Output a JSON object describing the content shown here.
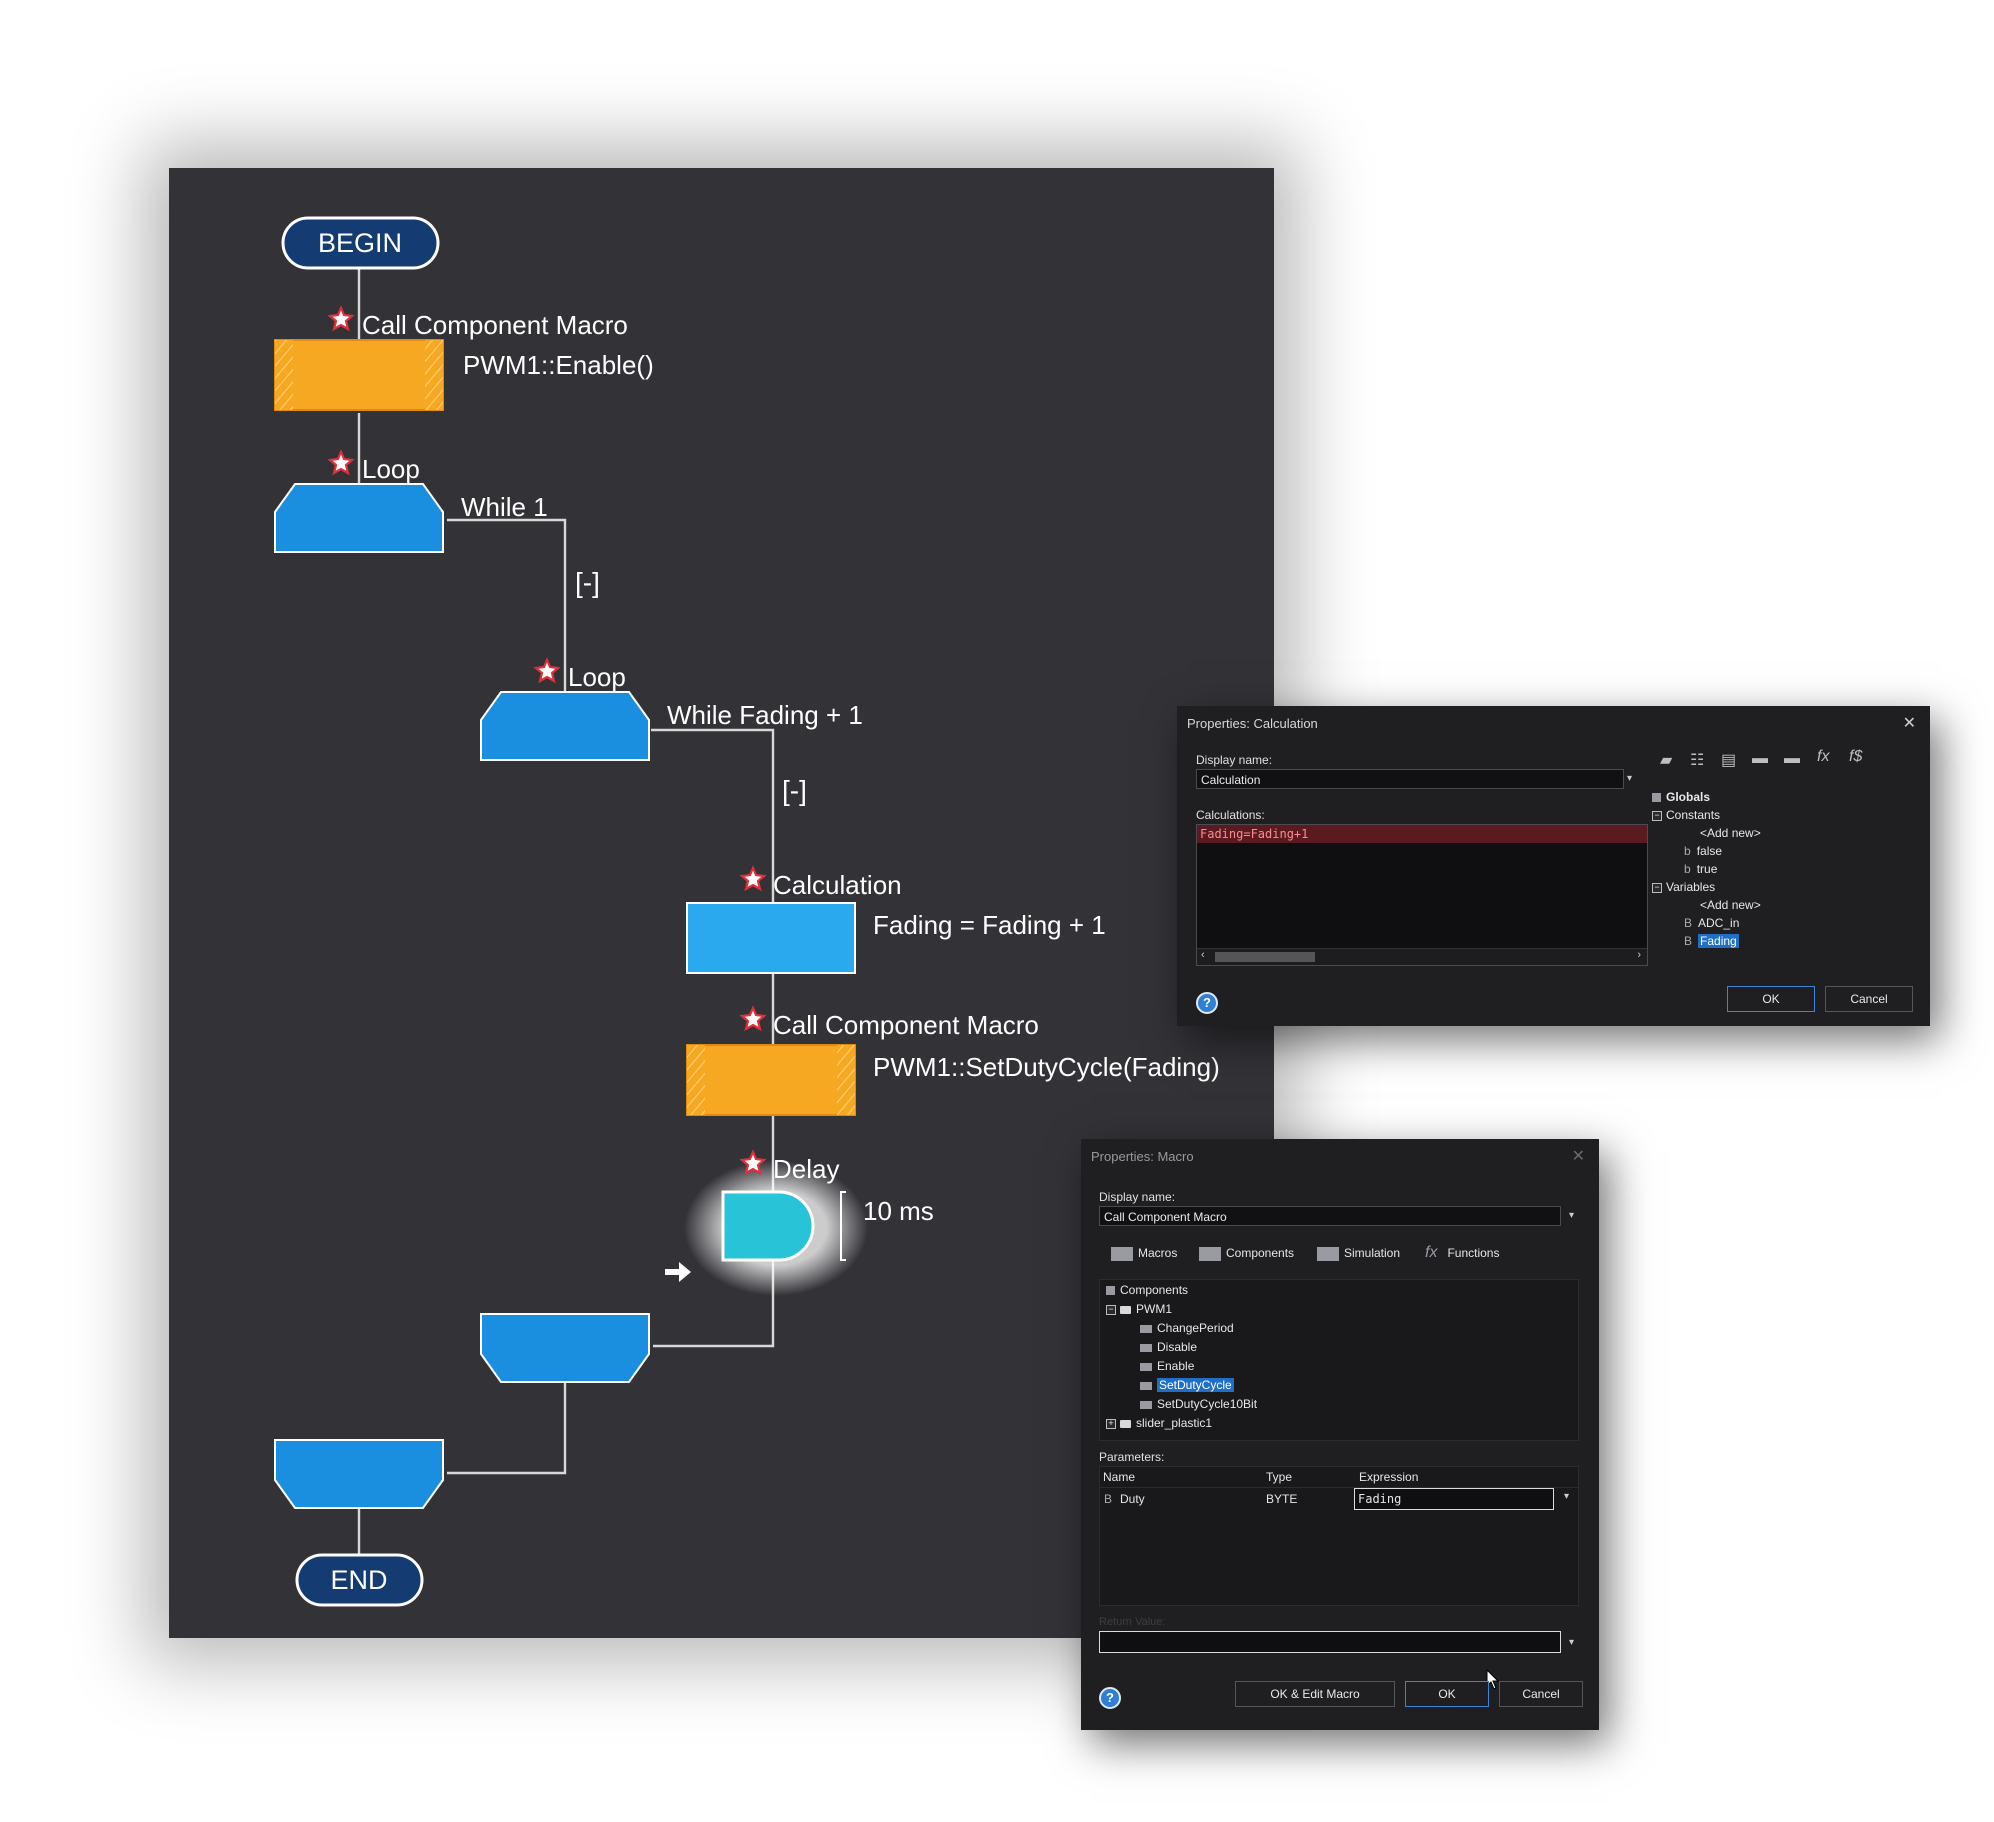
{
  "flowchart": {
    "begin": "BEGIN",
    "end": "END",
    "call1": {
      "title": "Call Component Macro",
      "detail": "PWM1::Enable()"
    },
    "loop1": {
      "title": "Loop",
      "detail": "While 1",
      "collapse": "[-]"
    },
    "loop2": {
      "title": "Loop",
      "detail": "While Fading + 1",
      "collapse": "[-]"
    },
    "calc": {
      "title": "Calculation",
      "detail": "Fading = Fading + 1"
    },
    "call2": {
      "title": "Call Component Macro",
      "detail": "PWM1::SetDutyCycle(Fading)"
    },
    "delay": {
      "title": "Delay",
      "detail": "10 ms"
    },
    "colors": {
      "canvas": "#333237",
      "macro": "#f7a823",
      "loop": "#1a8fe0",
      "calc": "#2aa9ef",
      "delay": "#29c3d8",
      "terminal": "#143c73"
    }
  },
  "calc_dialog": {
    "title": "Properties: Calculation",
    "display_name_label": "Display name:",
    "display_name_value": "Calculation",
    "calculations_label": "Calculations:",
    "calculation_line": "Fading=Fading+1",
    "tree": {
      "root": "Globals",
      "constants": "Constants",
      "add_new_1": "<Add new>",
      "false": "false",
      "true": "true",
      "variables": "Variables",
      "add_new_2": "<Add new>",
      "adc": "ADC_in",
      "fading": "Fading"
    },
    "ok": "OK",
    "cancel": "Cancel",
    "help": "?"
  },
  "macro_dialog": {
    "title": "Properties: Macro",
    "display_name_label": "Display name:",
    "display_name_value": "Call Component Macro",
    "tabs": [
      "Macros",
      "Components",
      "Simulation",
      "Functions"
    ],
    "tree": {
      "root": "Components",
      "pwm1": "PWM1",
      "items": [
        "ChangePeriod",
        "Disable",
        "Enable",
        "SetDutyCycle",
        "SetDutyCycle10Bit"
      ],
      "slider": "slider_plastic1"
    },
    "parameters_label": "Parameters:",
    "param_headers": [
      "Name",
      "Type",
      "Expression"
    ],
    "param_row": {
      "name": "Duty",
      "type": "BYTE",
      "expression": "Fading"
    },
    "return_value_label": "Return Value:",
    "ok_edit": "OK & Edit Macro",
    "ok": "OK",
    "cancel": "Cancel",
    "help": "?"
  }
}
